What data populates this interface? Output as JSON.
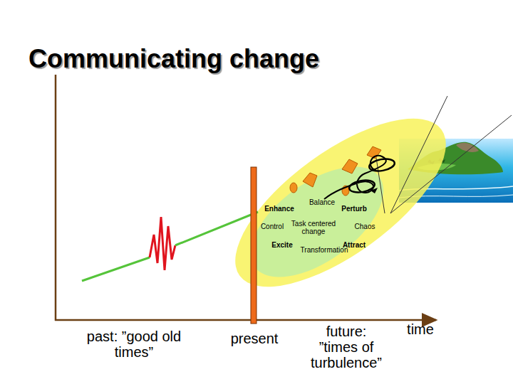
{
  "diagram": {
    "title": "Communicating change",
    "labels": [
      "Balance",
      "Enhance",
      "Perturb",
      "Control",
      "Task centered change",
      "Chaos",
      "Excite",
      "Attract",
      "Transformation",
      "past: ”good old times”",
      "present",
      "future: ”times of turbulence”",
      "time"
    ]
  }
}
